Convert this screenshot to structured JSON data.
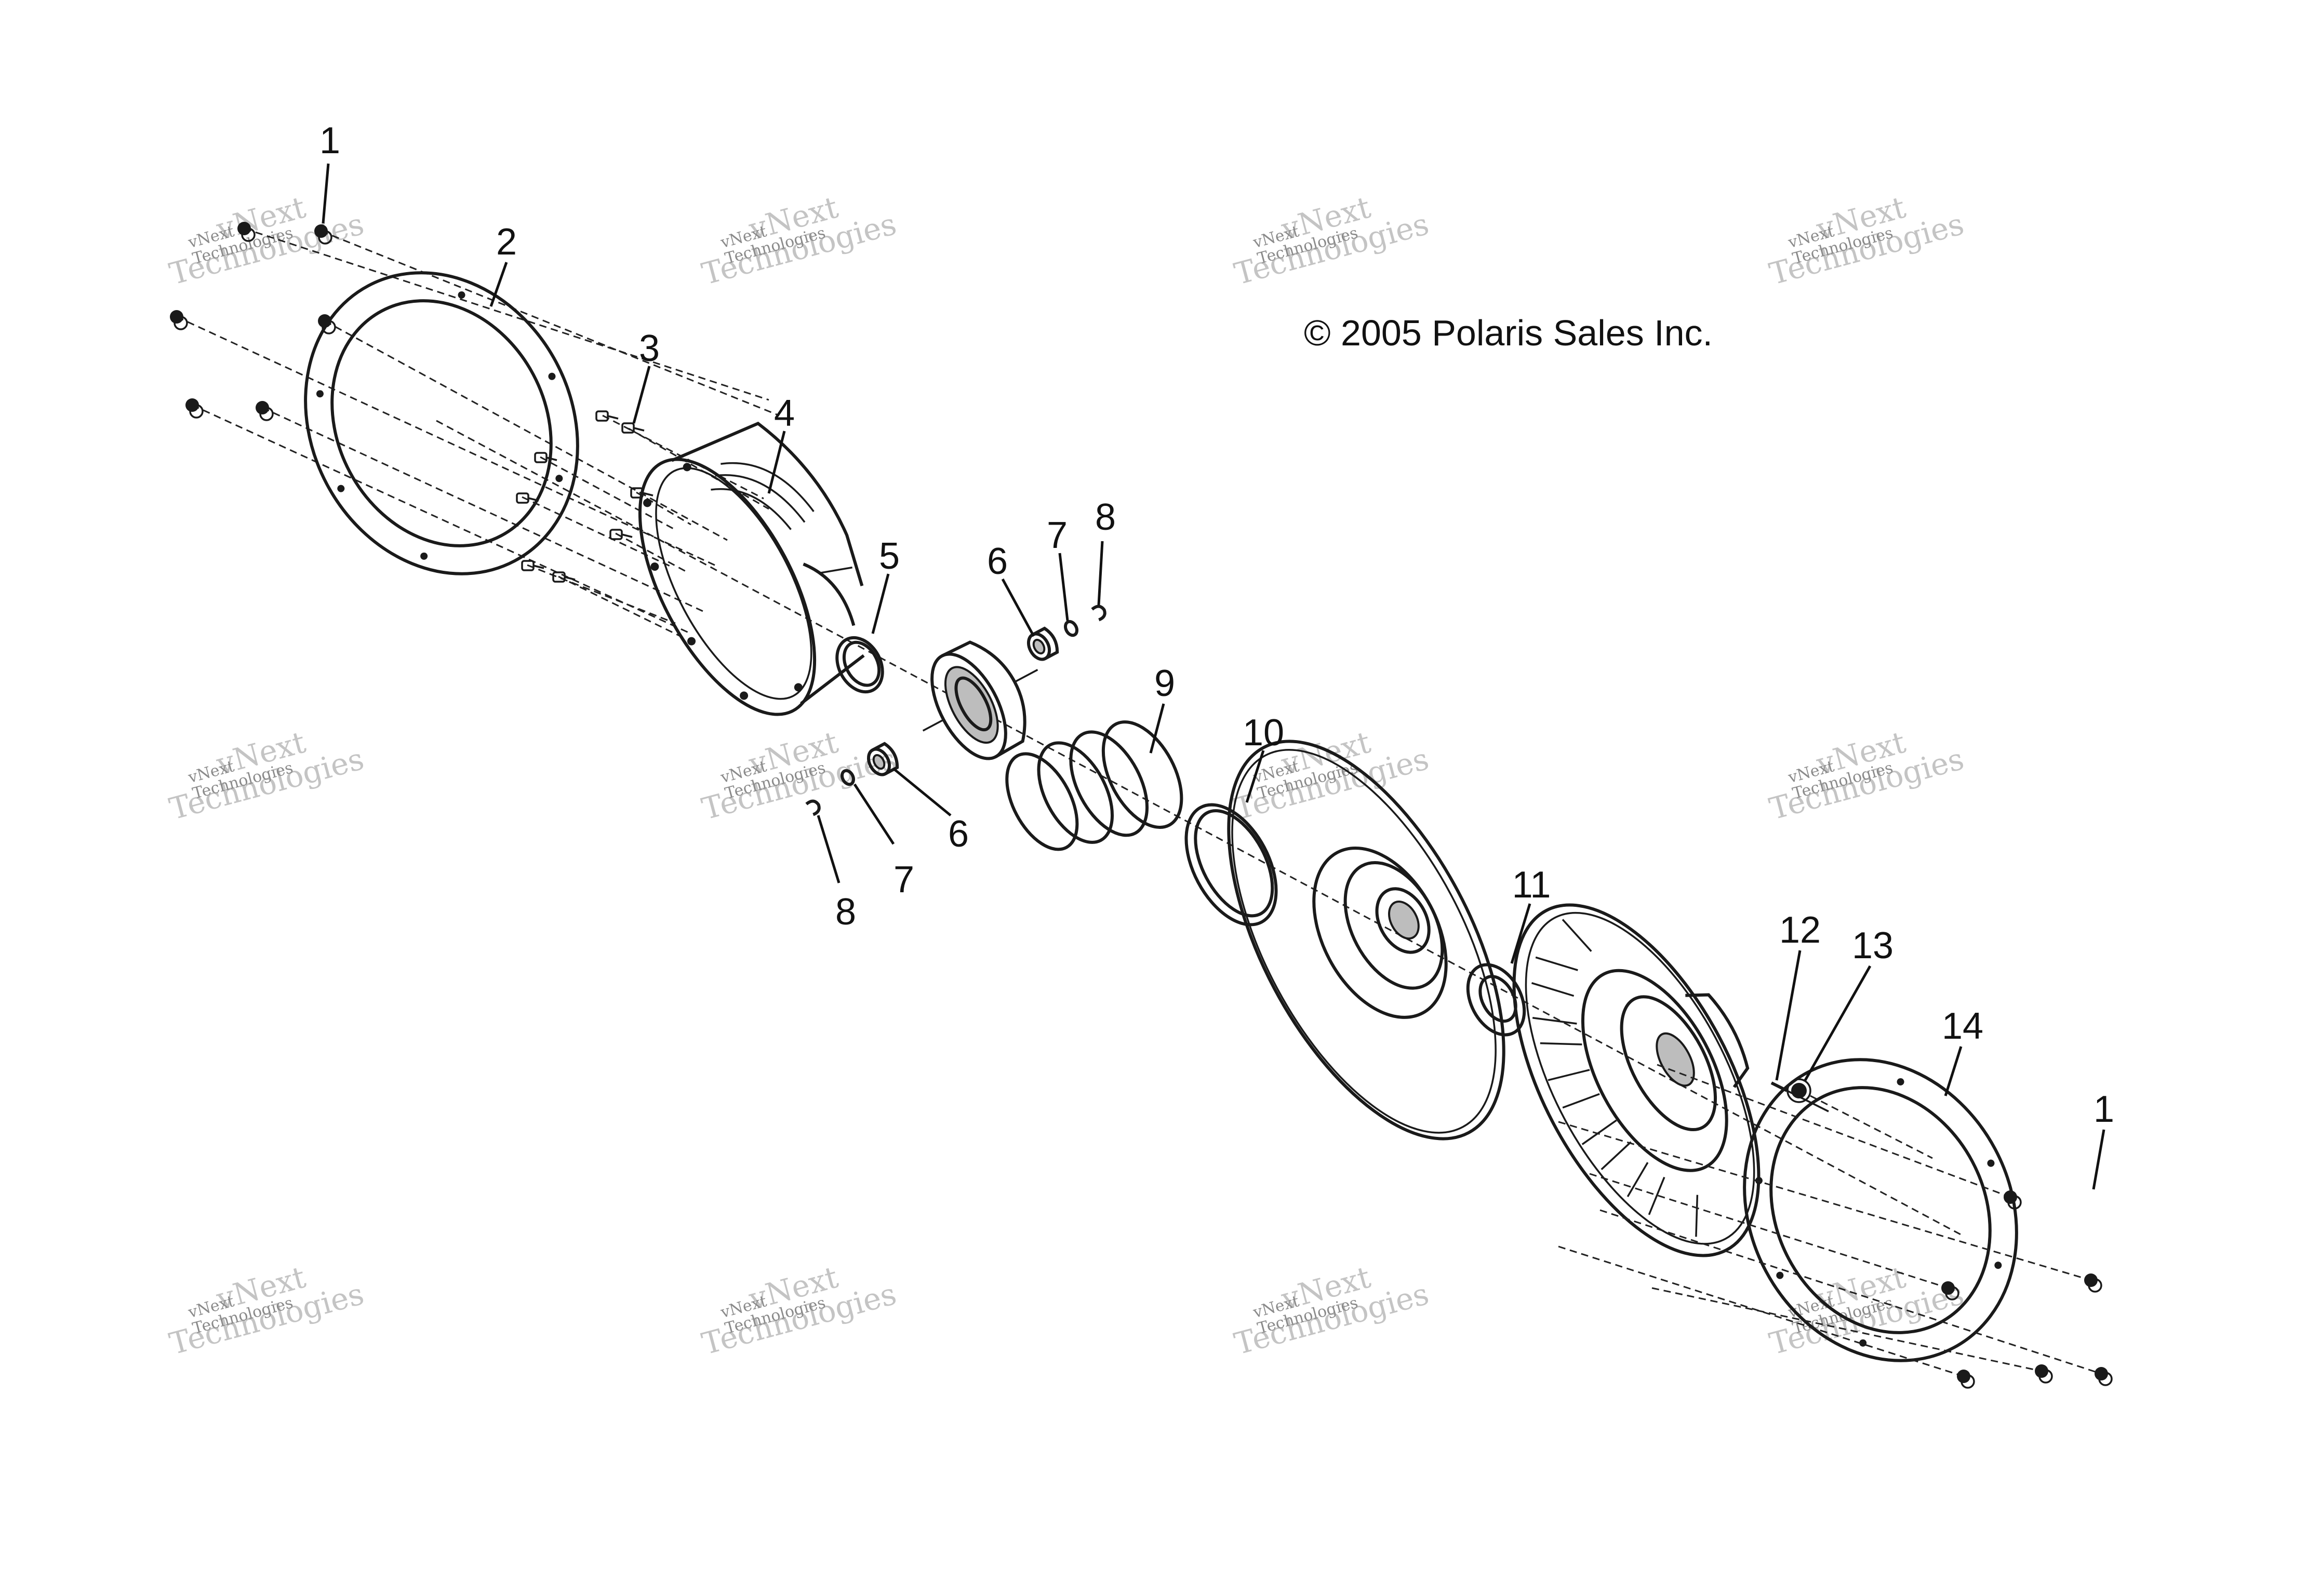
{
  "copyright": "© 2005 Polaris Sales Inc.",
  "watermark": {
    "line1": "vNext",
    "line2": "Technologies"
  },
  "callouts": {
    "c1_top": "1",
    "c2": "2",
    "c3": "3",
    "c4": "4",
    "c5": "5",
    "c6_upper": "6",
    "c7_upper": "7",
    "c8_upper": "8",
    "c9": "9",
    "c10": "10",
    "c6_lower": "6",
    "c7_lower": "7",
    "c8_lower": "8",
    "c11": "11",
    "c12": "12",
    "c13": "13",
    "c14": "14",
    "c1_bottom": "1"
  }
}
